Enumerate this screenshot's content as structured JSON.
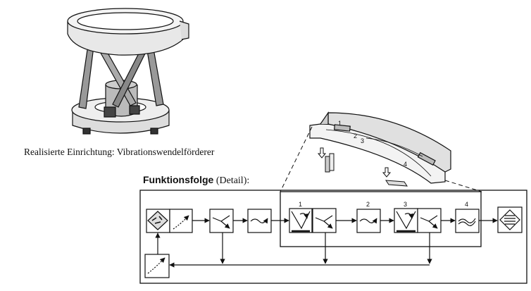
{
  "caption": "Realisierte Einrichtung: Vibrationswendelförderer",
  "function_sequence": {
    "title": "Funktionsfolge",
    "title_suffix": "(Detail):"
  },
  "track_markers": [
    "1",
    "2",
    "3",
    "4"
  ],
  "block_numbers": [
    "1",
    "2",
    "3",
    "4"
  ]
}
